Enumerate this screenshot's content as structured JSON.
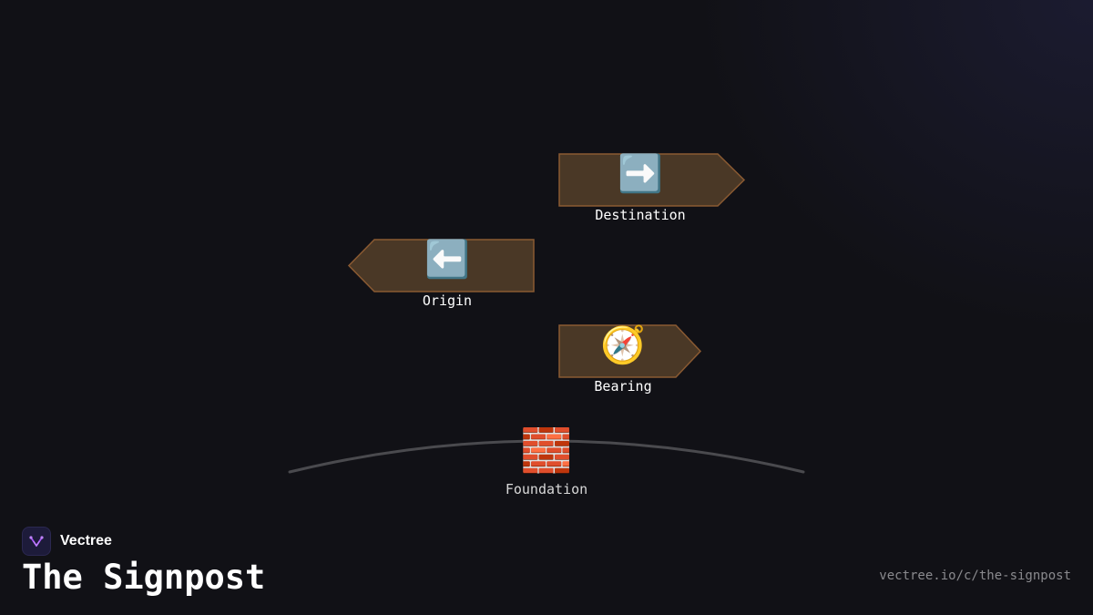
{
  "diagram": {
    "signs": [
      {
        "id": "destination",
        "label": "Destination",
        "icon": "right-arrow-icon",
        "glyph": "➡️",
        "direction": "right"
      },
      {
        "id": "origin",
        "label": "Origin",
        "icon": "left-arrow-icon",
        "glyph": "⬅️",
        "direction": "left"
      },
      {
        "id": "bearing",
        "label": "Bearing",
        "icon": "compass-icon",
        "glyph": "🧭",
        "direction": "right"
      }
    ],
    "foundation": {
      "label": "Foundation",
      "icon": "brick-icon",
      "glyph": "🧱"
    }
  },
  "brand": {
    "name": "Vectree",
    "logo_icon": "vectree-logo-icon"
  },
  "footer": {
    "title": "The Signpost",
    "url": "vectree.io/c/the-signpost"
  },
  "colors": {
    "background": "#111116",
    "sign_fill": "#4a3826",
    "sign_stroke": "#8a5a32",
    "ground_line": "#4a4a4e",
    "text": "#ffffff",
    "url_text": "#8a8a8e"
  }
}
